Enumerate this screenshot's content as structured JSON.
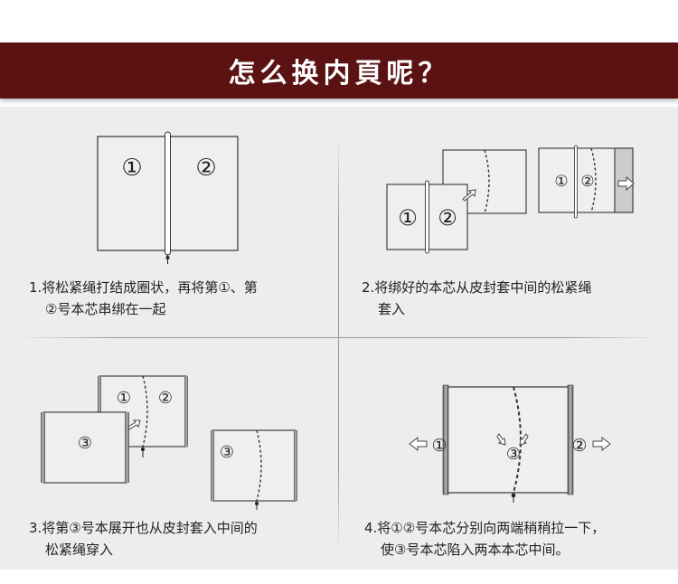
{
  "title": "怎么换内頁呢？",
  "steps": [
    {
      "line1": "1.将松紧绳打结成圈状，再将第①、第",
      "line2": "②号本芯串绑在一起"
    },
    {
      "line1": "2.将绑好的本芯从皮封套中间的松紧绳",
      "line2": "套入"
    },
    {
      "line1": "3.将第③号本展开也从皮封套入中间的",
      "line2": "松紧绳穿入"
    },
    {
      "line1": "4.将①②号本芯分别向两端稍稍拉一下，",
      "line2": "使③号本芯陷入两本本芯中间。"
    }
  ],
  "labels": {
    "one": "①",
    "two": "②",
    "three": "③"
  },
  "icons": [
    "arrow-right-icon",
    "arrow-left-icon"
  ],
  "colors": {
    "banner": "#5a1212",
    "panel": "#ededed"
  }
}
